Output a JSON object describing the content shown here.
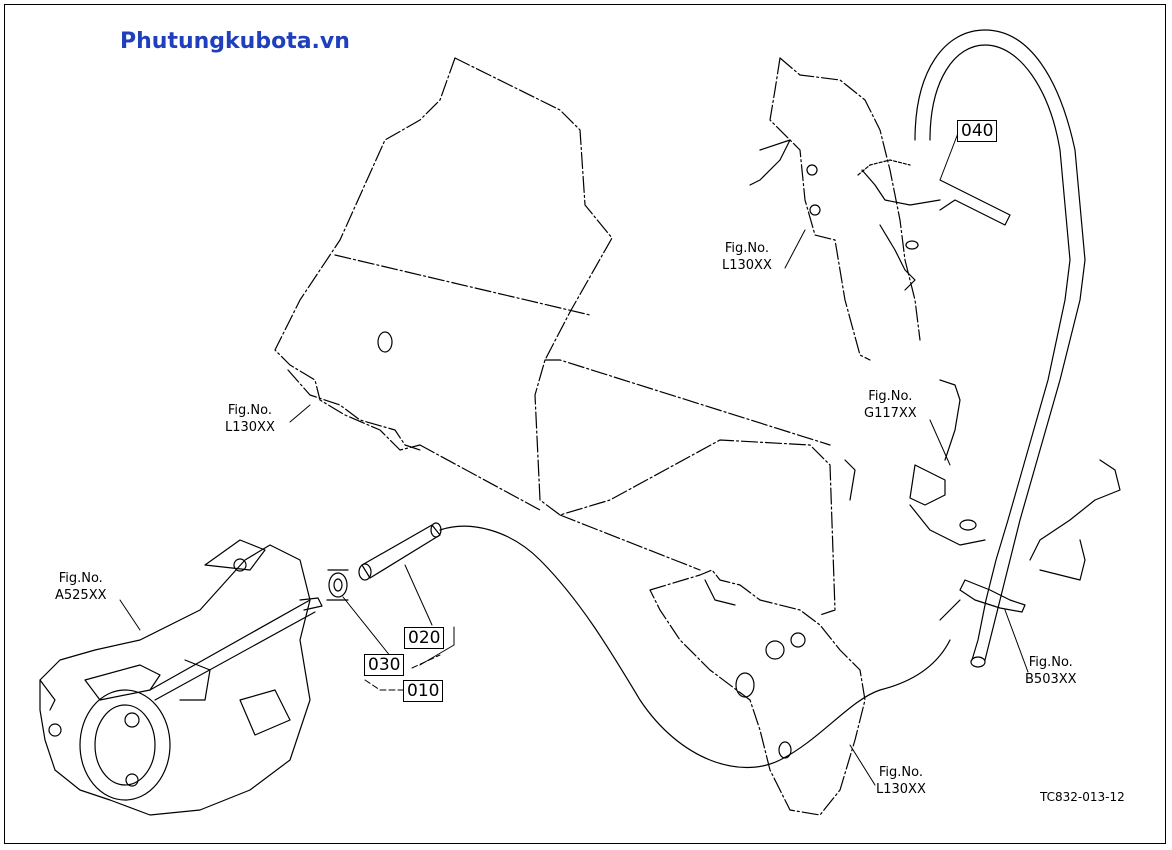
{
  "watermark": "Phutungkubota.vn",
  "figure_refs": [
    {
      "id": "fig-l130-top",
      "line1": "Fig.No.",
      "line2": "L130XX"
    },
    {
      "id": "fig-l130-left",
      "line1": "Fig.No.",
      "line2": "L130XX"
    },
    {
      "id": "fig-g117",
      "line1": "Fig.No.",
      "line2": "G117XX"
    },
    {
      "id": "fig-a525",
      "line1": "Fig.No.",
      "line2": "A525XX"
    },
    {
      "id": "fig-b503",
      "line1": "Fig.No.",
      "line2": "B503XX"
    },
    {
      "id": "fig-l130-bottom",
      "line1": "Fig.No.",
      "line2": "L130XX"
    }
  ],
  "parts": [
    {
      "id": "part-040",
      "number": "040"
    },
    {
      "id": "part-020",
      "number": "020"
    },
    {
      "id": "part-030",
      "number": "030"
    },
    {
      "id": "part-010",
      "number": "010"
    }
  ],
  "drawing_code": "TC832-013-12",
  "colors": {
    "watermark": "#1f3fbf",
    "line": "#000000",
    "background": "#ffffff"
  }
}
